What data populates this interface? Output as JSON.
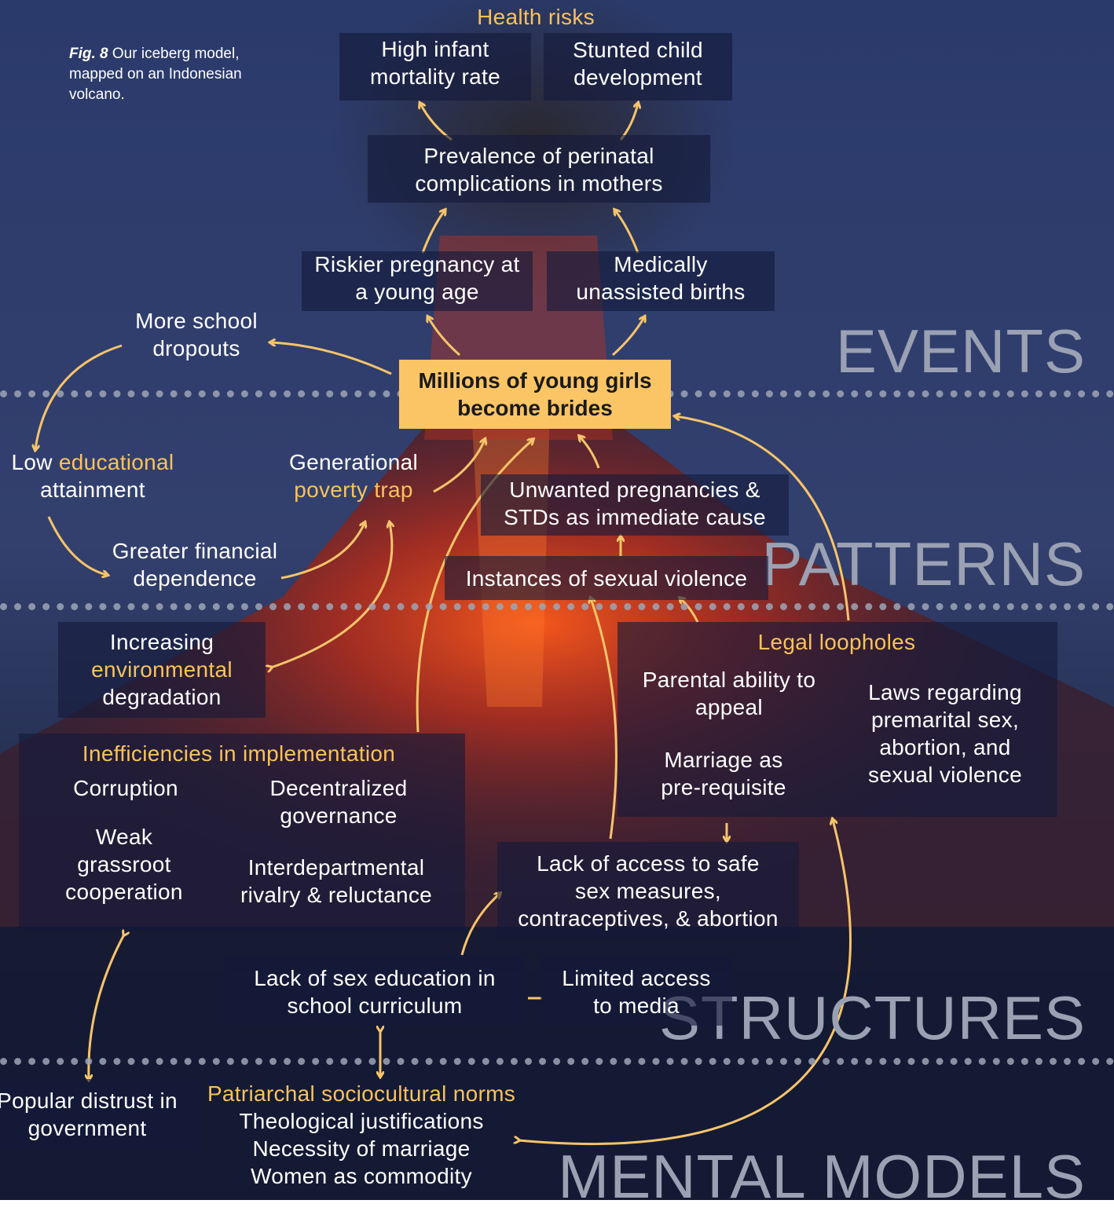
{
  "caption": {
    "fig": "Fig. 8",
    "text": " Our iceberg model, mapped on an Indonesian volcano."
  },
  "layers": {
    "events": "EVENTS",
    "patterns": "PATTERNS",
    "structures": "STRUCTURES",
    "mental_models": "MENTAL MODELS"
  },
  "events": {
    "health_risks": "Health risks",
    "infant_mortality": [
      "High infant",
      "mortality rate"
    ],
    "stunted": [
      "Stunted child",
      "development"
    ],
    "perinatal": [
      "Prevalence of perinatal",
      "complications in mothers"
    ],
    "riskier": [
      "Riskier pregnancy at",
      "a young age"
    ],
    "unassisted": [
      "Medically",
      "unassisted births"
    ],
    "dropouts": [
      "More school",
      "dropouts"
    ]
  },
  "core": [
    "Millions of young girls",
    "become brides"
  ],
  "patterns": {
    "low_edu_a": "Low ",
    "low_edu_b": "educational",
    "low_edu_c": "attainment",
    "poverty_a": "Generational",
    "poverty_b": "poverty trap",
    "financial": [
      "Greater financial",
      "dependence"
    ],
    "unwanted": [
      "Unwanted pregnancies &",
      "STDs as immediate cause"
    ],
    "violence": "Instances of sexual violence"
  },
  "structures": {
    "env_a": "Increasing",
    "env_b": "environmental",
    "env_c": "degradation",
    "ineff_title": "Inefficiencies in implementation",
    "corruption": "Corruption",
    "decentral": [
      "Decentralized",
      "governance"
    ],
    "weak": [
      "Weak",
      "grassroot",
      "cooperation"
    ],
    "rivalry": [
      "Interdepartmental",
      "rivalry & reluctance"
    ],
    "legal_title": "Legal loopholes",
    "parental": [
      "Parental ability to",
      "appeal"
    ],
    "laws": [
      "Laws regarding",
      "premarital sex,",
      "abortion, and",
      "sexual violence"
    ],
    "marriage_req": [
      "Marriage as",
      "pre-requisite"
    ],
    "access": [
      "Lack of access to safe",
      "sex measures,",
      "contraceptives, & abortion"
    ],
    "sex_ed": [
      "Lack of sex education in",
      "school curriculum"
    ],
    "media": [
      "Limited access",
      "to media"
    ]
  },
  "mental_models": {
    "distrust": [
      "Popular distrust in",
      "government"
    ],
    "patriarchal_title": "Patriarchal sociocultural norms",
    "items": [
      "Theological justifications",
      "Necessity of marriage",
      "Women as commodity"
    ]
  }
}
